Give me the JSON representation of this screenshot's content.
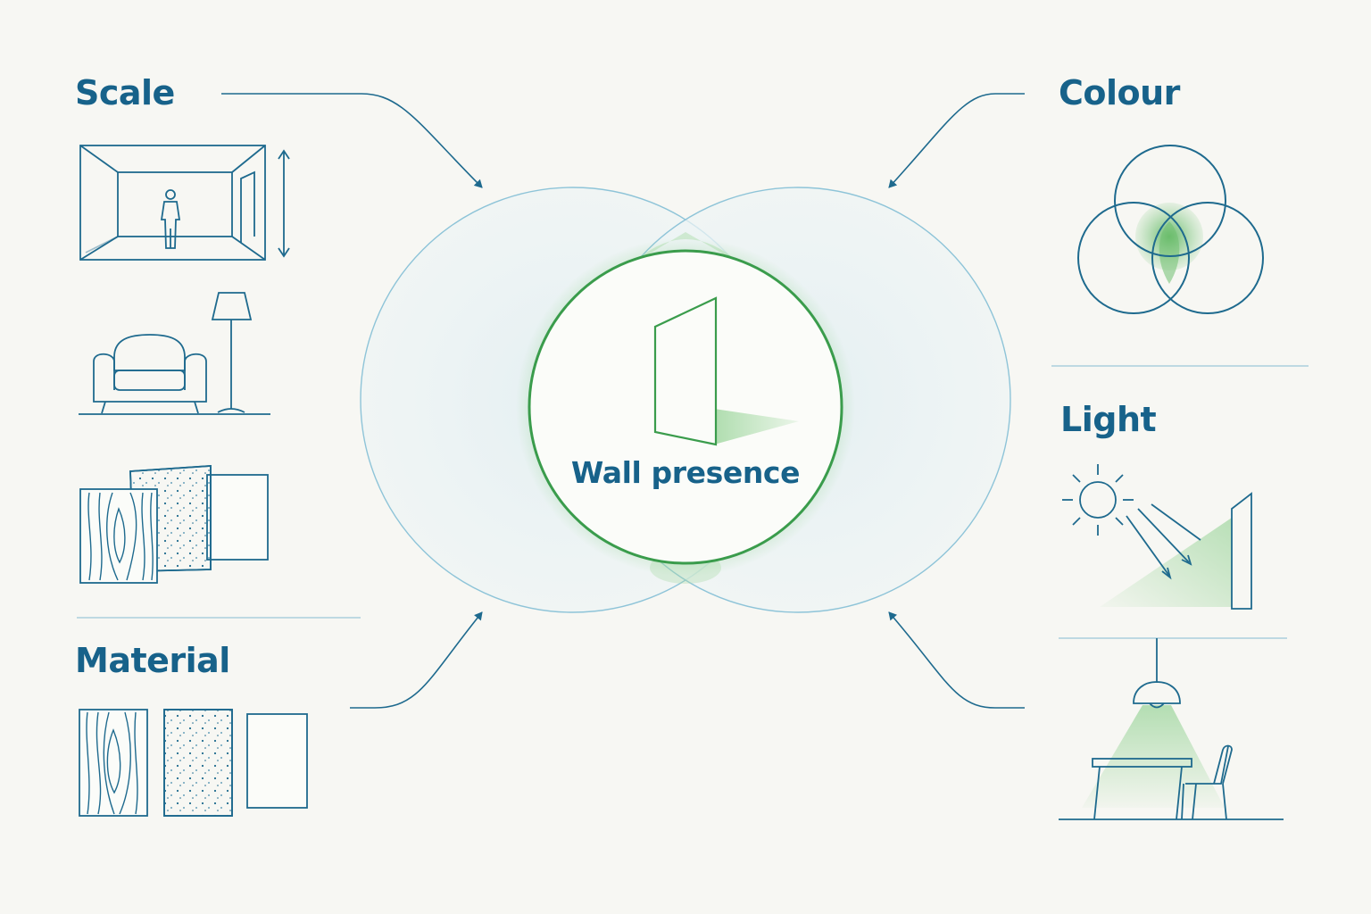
{
  "labels": {
    "scale": "Scale",
    "material": "Material",
    "colour": "Colour",
    "light": "Light",
    "center": "Wall presence"
  },
  "colors": {
    "background": "#f7f7f3",
    "ink": "#1e6a8e",
    "label": "#17628a",
    "accent_green": "#3a9c4c",
    "halo_blue": "#8ec4d8",
    "shade_green": "#8fd08f"
  },
  "icons": [
    "room-scale-icon",
    "armchair-lamp-icon",
    "stacked-material-samples-icon",
    "material-samples-icon",
    "colour-venn-icon",
    "sunlight-wall-icon",
    "pendant-lamp-table-icon",
    "wall-panel-icon"
  ]
}
